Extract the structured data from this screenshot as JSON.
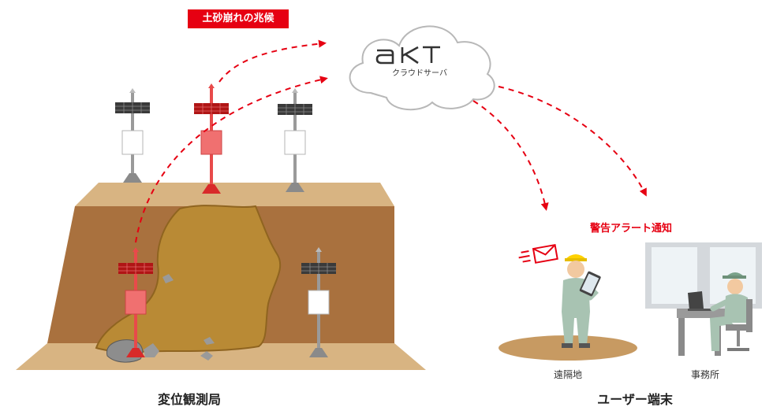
{
  "warning_label": "土砂崩れの兆候",
  "cloud": {
    "logo": "aKT",
    "subtitle": "クラウドサーバ"
  },
  "alert_label": "警告アラート通知",
  "locations": {
    "remote": "遠隔地",
    "office": "事務所"
  },
  "captions": {
    "stations": "変位観測局",
    "users": "ユーザー端末"
  },
  "colors": {
    "alert_red": "#e60012",
    "soil": "#c79a62",
    "soil_dark": "#a9713e",
    "landslide": "#b98a35"
  },
  "icons": [
    "cloud-icon",
    "mail-icon",
    "sensor-station-icon",
    "worker-icon",
    "tablet-icon",
    "laptop-icon",
    "window-icon"
  ]
}
